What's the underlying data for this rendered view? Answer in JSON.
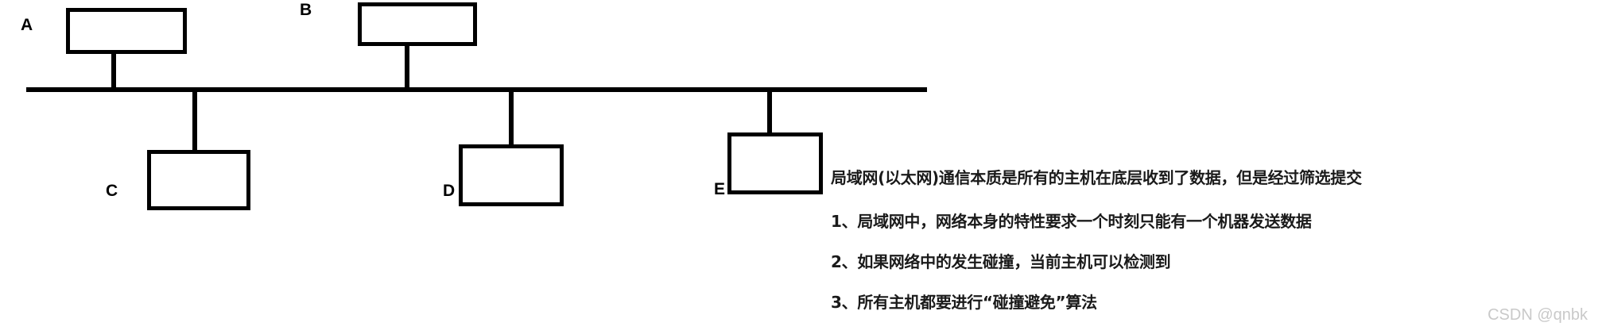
{
  "diagram": {
    "type": "bus-topology-network",
    "bus": {
      "label": "network-bus"
    },
    "hosts": [
      {
        "label": "A",
        "position": "above"
      },
      {
        "label": "B",
        "position": "above"
      },
      {
        "label": "C",
        "position": "below"
      },
      {
        "label": "D",
        "position": "below"
      },
      {
        "label": "E",
        "position": "below"
      }
    ]
  },
  "notes": {
    "heading": "局域网(以太网)通信本质是所有的主机在底层收到了数据，但是经过筛选提交",
    "items": [
      "1、局域网中，网络本身的特性要求一个时刻只能有一个机器发送数据",
      "2、如果网络中的发生碰撞，当前主机可以检测到",
      "3、所有主机都要进行“碰撞避免”算法"
    ]
  },
  "watermark": {
    "text": "CSDN @qnbk"
  },
  "colors": {
    "ink": "#000000",
    "text": "#1a1a1a",
    "background": "#ffffff",
    "watermark": "#c9c9c9"
  }
}
